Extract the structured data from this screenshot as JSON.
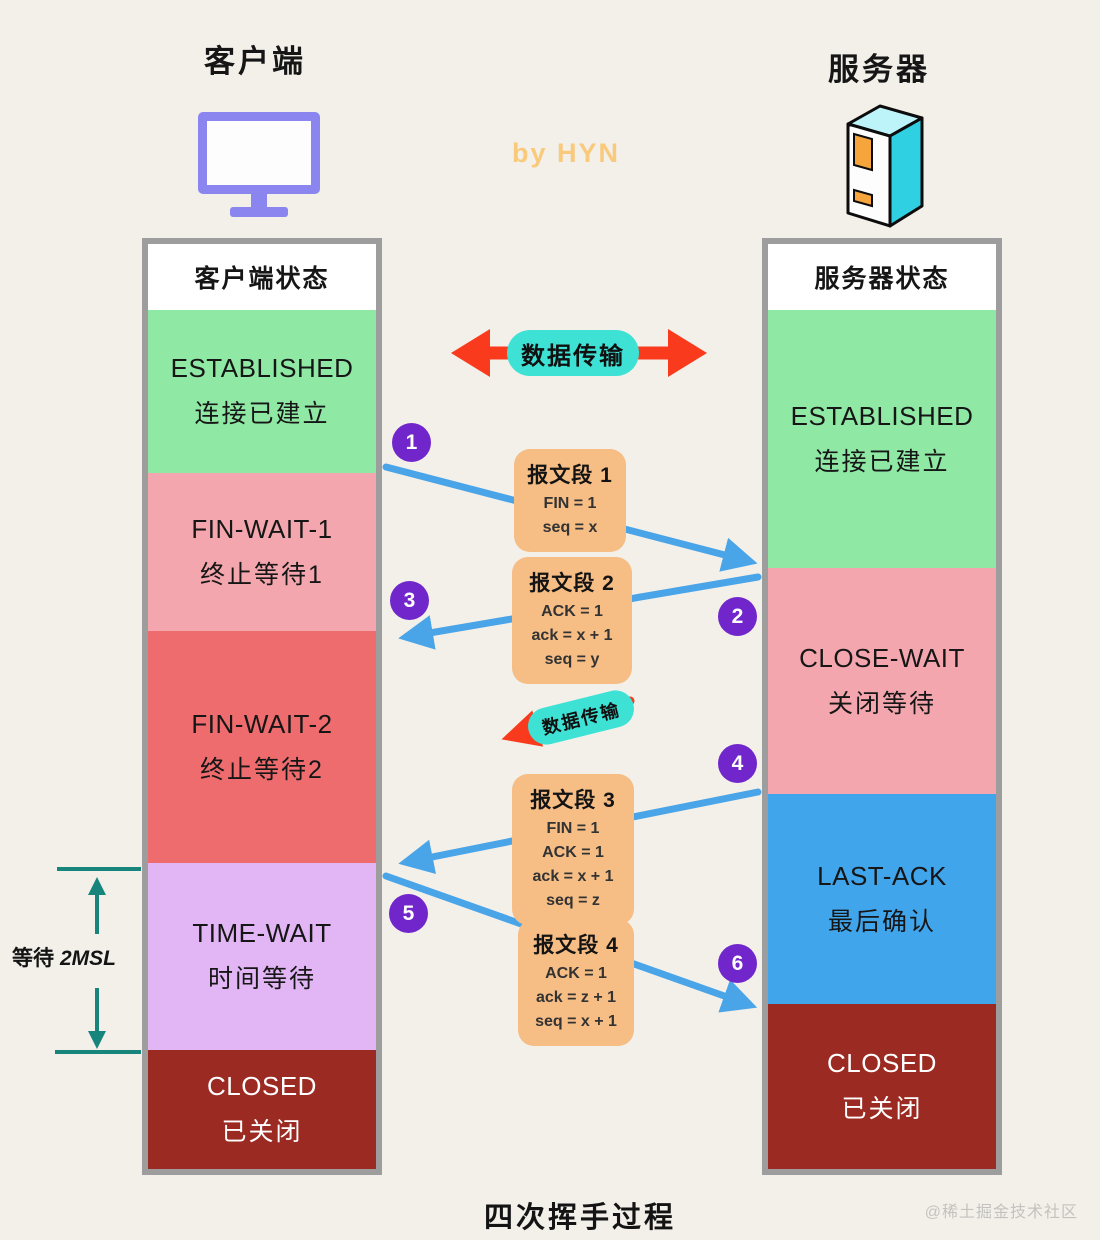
{
  "meta": {
    "byline": "by HYN",
    "caption": "四次挥手过程",
    "watermark": "@稀土掘金技术社区"
  },
  "labels": {
    "data_transfer_top": "数据传输",
    "data_transfer_mid": "数据传输",
    "msl_cn": "等待",
    "msl_en": "2MSL"
  },
  "client": {
    "title": "客户端",
    "column_header": "客户端状态",
    "states": [
      {
        "name": "ESTABLISHED",
        "label": "连接已建立",
        "color": "#8fe8a4"
      },
      {
        "name": "FIN-WAIT-1",
        "label": "终止等待1",
        "color": "#f4a6ae"
      },
      {
        "name": "FIN-WAIT-2",
        "label": "终止等待2",
        "color": "#ee6c6e"
      },
      {
        "name": "TIME-WAIT",
        "label": "时间等待",
        "color": "#e2b5f4"
      },
      {
        "name": "CLOSED",
        "label": "已关闭",
        "color": "#9b2a22"
      }
    ]
  },
  "server": {
    "title": "服务器",
    "column_header": "服务器状态",
    "states": [
      {
        "name": "ESTABLISHED",
        "label": "连接已建立",
        "color": "#8fe8a4"
      },
      {
        "name": "CLOSE-WAIT",
        "label": "关闭等待",
        "color": "#f4a6ae"
      },
      {
        "name": "LAST-ACK",
        "label": "最后确认",
        "color": "#41a5ec"
      },
      {
        "name": "CLOSED",
        "label": "已关闭",
        "color": "#9b2a22"
      }
    ]
  },
  "segments": [
    {
      "title": "报文段 1",
      "lines": [
        "FIN = 1",
        "seq = x"
      ]
    },
    {
      "title": "报文段 2",
      "lines": [
        "ACK = 1",
        "ack = x + 1",
        "seq = y"
      ]
    },
    {
      "title": "报文段 3",
      "lines": [
        "FIN = 1",
        "ACK = 1",
        "ack = x + 1",
        "seq = z"
      ]
    },
    {
      "title": "报文段 4",
      "lines": [
        "ACK = 1",
        "ack = z + 1",
        "seq = x + 1"
      ]
    }
  ],
  "steps": [
    "1",
    "2",
    "3",
    "4",
    "5",
    "6"
  ],
  "colors": {
    "arrow_blue": "#4aa4e8",
    "arrow_red": "#fa3a1c",
    "teal": "#17857c",
    "step_purple": "#7126cb",
    "pill_cyan": "#3ee2d5",
    "segment_orange": "#f6bd85"
  }
}
